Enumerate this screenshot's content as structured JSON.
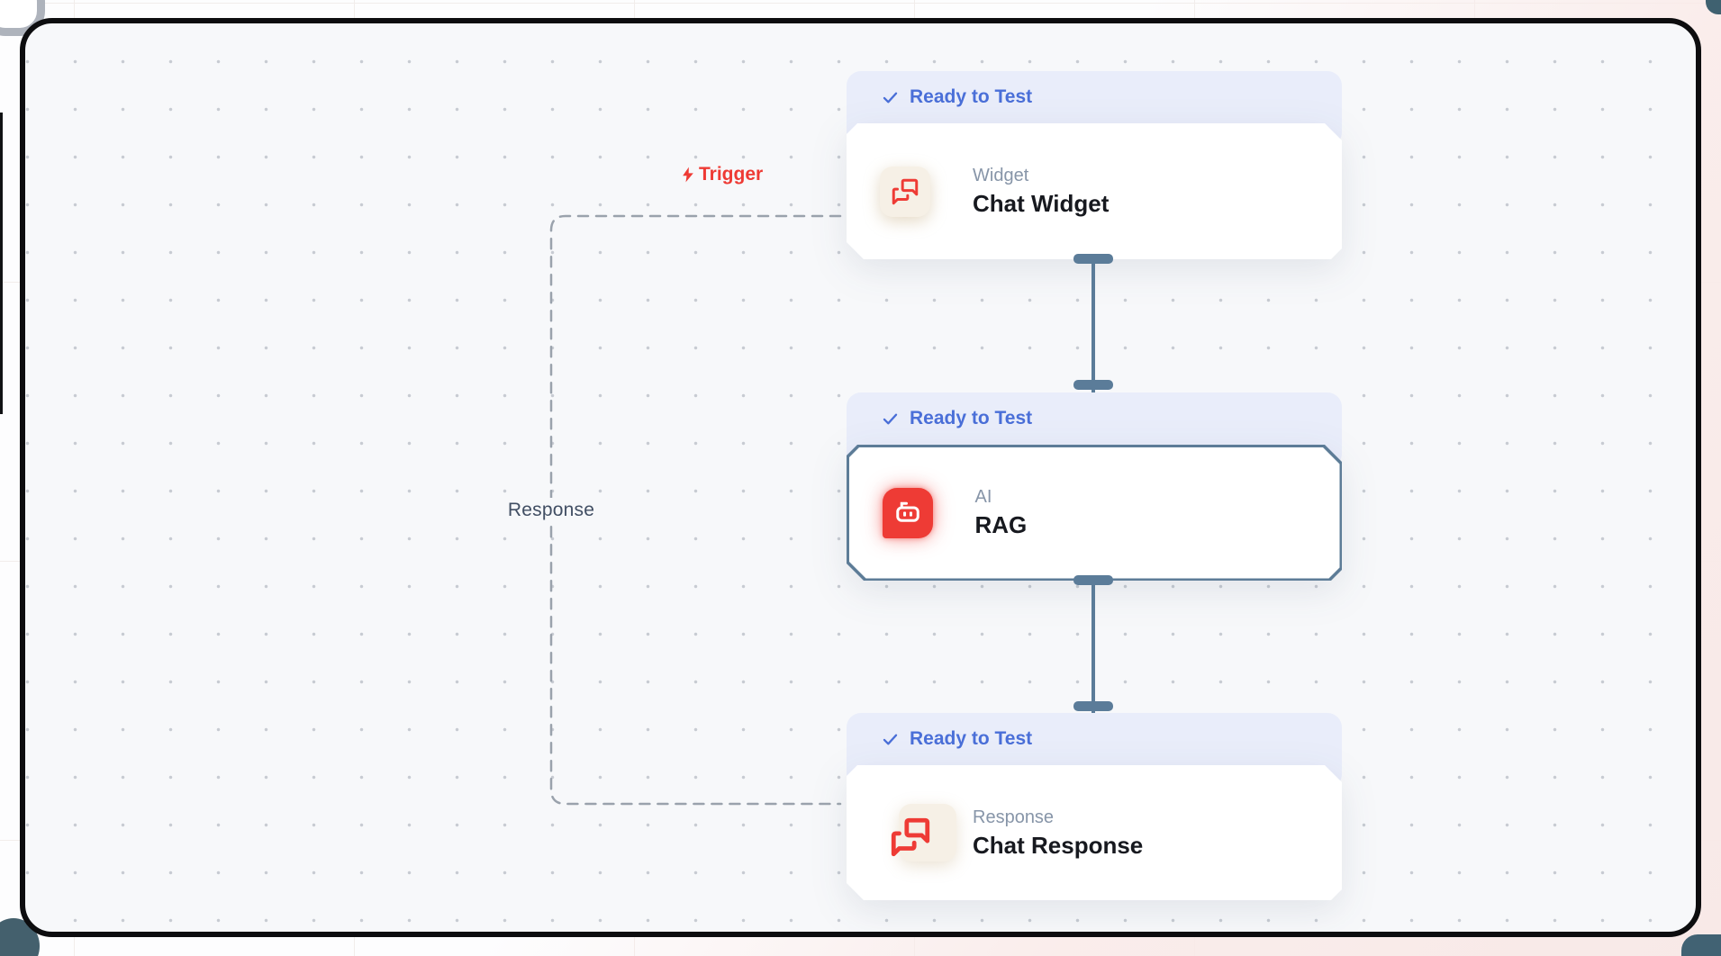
{
  "canvas": {
    "trigger_edge_label": "Trigger",
    "response_edge_label": "Response"
  },
  "nodes": [
    {
      "badge": "Ready to Test",
      "category": "Widget",
      "title": "Chat Widget",
      "icon": "chat-messages-icon",
      "selected": false
    },
    {
      "badge": "Ready to Test",
      "category": "AI",
      "title": "RAG",
      "icon": "robot-icon",
      "selected": true
    },
    {
      "badge": "Ready to Test",
      "category": "Response",
      "title": "Chat Response",
      "icon": "chat-messages-icon",
      "selected": false
    }
  ],
  "icons": {
    "badge_check": "check-icon",
    "trigger_bolt": "lightning-bolt-icon"
  },
  "colors": {
    "badge_blue": "#4a6fd8",
    "badge_bg": "#e9edfa",
    "node_red": "#ee3b35",
    "trigger_red": "#ee3a34",
    "connector_slate": "#5b7c99",
    "dashed_edge_gray": "#9aa2ac",
    "canvas_bg": "#f7f8fa",
    "canvas_dot": "#c7cbd2",
    "title_dark": "#17191f",
    "category_gray": "#8795a8",
    "selected_border": "#5d7c97",
    "icon_bg_beige": "#f6f0e6",
    "frame_border": "#0d0d0f",
    "outer_pink": "#f8e9e7",
    "outer_teal": "#3f6170",
    "response_label_text": "#414e63"
  }
}
